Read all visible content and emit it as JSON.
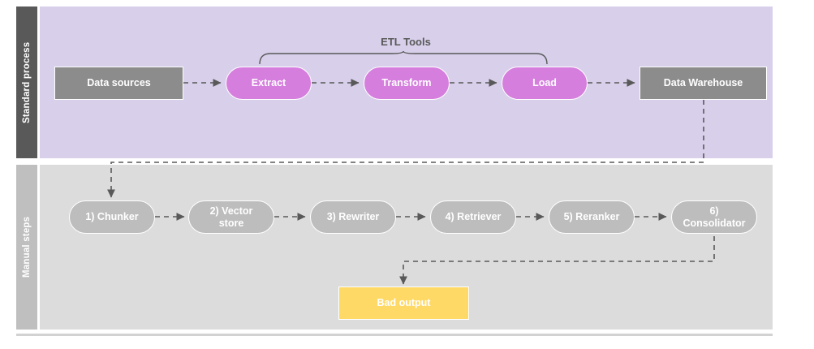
{
  "figure": {
    "title": "ETL standard process and manual RAG steps flow diagram",
    "colors": {
      "standard_band_bg": "#d8cfea",
      "manual_band_bg": "#dcdcdc",
      "standard_label_bg": "#595959",
      "manual_label_bg": "#bfbfbf",
      "gray_node": "#8c8c8c",
      "purple_node": "#d57ede",
      "pill_gray_node": "#bdbdbd",
      "bad_output": "#ffd966",
      "connector": "#595959",
      "node_text": "#ffffff"
    }
  },
  "bands": [
    {
      "id": "standard",
      "label": "Standard process"
    },
    {
      "id": "manual",
      "label": "Manual steps"
    }
  ],
  "standard_process": {
    "bracket_label": "ETL Tools",
    "nodes": [
      {
        "id": "data-sources",
        "label": "Data sources",
        "shape": "rect",
        "style": "gray"
      },
      {
        "id": "extract",
        "label": "Extract",
        "shape": "pill",
        "style": "purple"
      },
      {
        "id": "transform",
        "label": "Transform",
        "shape": "pill",
        "style": "purple"
      },
      {
        "id": "load",
        "label": "Load",
        "shape": "pill",
        "style": "purple"
      },
      {
        "id": "data-warehouse",
        "label": "Data Warehouse",
        "shape": "rect",
        "style": "gray"
      }
    ]
  },
  "manual_steps": {
    "nodes": [
      {
        "id": "chunker",
        "label": "1) Chunker",
        "shape": "pill",
        "style": "pillgray"
      },
      {
        "id": "vector-store",
        "label": "2) Vector\nstore",
        "shape": "pill",
        "style": "pillgray"
      },
      {
        "id": "rewriter",
        "label": "3) Rewriter",
        "shape": "pill",
        "style": "pillgray"
      },
      {
        "id": "retriever",
        "label": "4) Retriever",
        "shape": "pill",
        "style": "pillgray"
      },
      {
        "id": "reranker",
        "label": "5) Reranker",
        "shape": "pill",
        "style": "pillgray"
      },
      {
        "id": "consolidator",
        "label": "6)\nConsolidator",
        "shape": "pill",
        "style": "pillgray"
      }
    ],
    "output": {
      "id": "bad-output",
      "label": "Bad output",
      "shape": "rect",
      "style": "yellow"
    }
  }
}
